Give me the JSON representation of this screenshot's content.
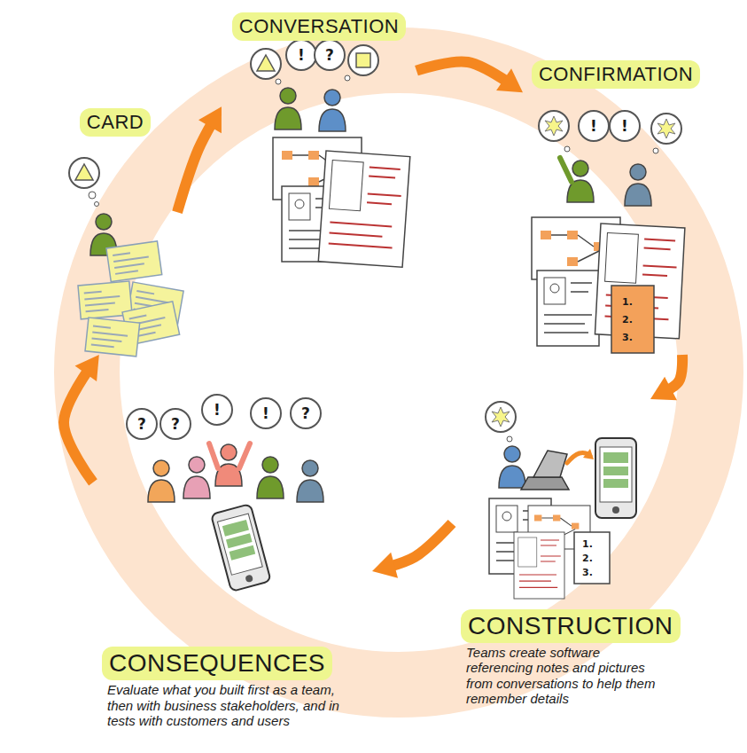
{
  "diagram": {
    "nodes": [
      {
        "text": [
          "CARD"
        ]
      },
      {
        "text": [
          "CONVERSATION"
        ]
      },
      {
        "text": [
          "CONFIRMATION"
        ]
      },
      {
        "text": [
          "CONSTRUCTION",
          "Teams create software referencing notes and pictures from conversations to help them remember details"
        ]
      },
      {
        "text": [
          "CONSEQUENCES",
          "Evaluate what you built first as a team, then with business stakeholders, and in tests with customers and users"
        ]
      }
    ],
    "edges": [
      {
        "from": 0,
        "to": 1,
        "arrow": "to"
      },
      {
        "from": 1,
        "to": 2,
        "arrow": "to"
      },
      {
        "from": 2,
        "to": 3,
        "arrow": "to"
      },
      {
        "from": 3,
        "to": 4,
        "arrow": "to"
      },
      {
        "from": 4,
        "to": 0,
        "arrow": "to"
      }
    ],
    "labels": [
      "!",
      "?",
      "!",
      "!",
      "1.",
      "2.",
      "3.",
      "1.",
      "2.",
      "3.",
      "?",
      "?",
      "!",
      "!",
      "?"
    ]
  }
}
